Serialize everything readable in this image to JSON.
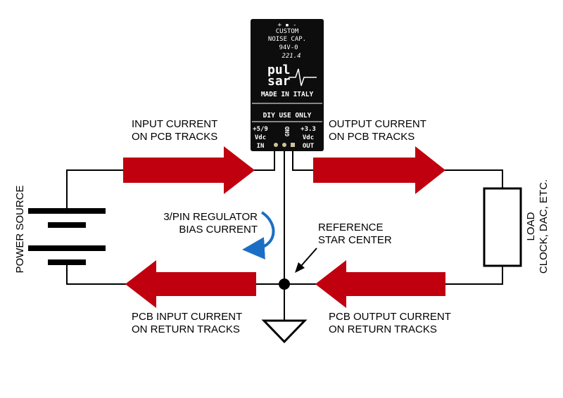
{
  "module": {
    "top_marks": "+ ▪ -",
    "line1": "CUSTOM",
    "line2": "NOISE CAP.",
    "cert": "94V-0",
    "code": "221.4",
    "logo_top": "pul",
    "logo_bottom": "sar",
    "made": "MADE IN ITALY",
    "diy": "DIY USE ONLY",
    "in_volts": "+5/9",
    "in_vdc": "Vdc",
    "in_label": "IN",
    "gnd": "GND",
    "out_volts": "+3.3",
    "out_vdc": "Vdc",
    "out_label": "OUT"
  },
  "labels": {
    "input_current": [
      "INPUT CURRENT",
      "ON PCB TRACKS"
    ],
    "output_current": [
      "OUTPUT CURRENT",
      "ON PCB TRACKS"
    ],
    "bias": [
      "3/PIN REGULATOR",
      "BIAS CURRENT"
    ],
    "reference": [
      "REFERENCE",
      "STAR CENTER"
    ],
    "pcb_input_return": [
      "PCB INPUT CURRENT",
      "ON RETURN TRACKS"
    ],
    "pcb_output_return": [
      "PCB OUTPUT CURRENT",
      "ON RETURN TRACKS"
    ],
    "power_source": "POWER SOURCE",
    "load": [
      "LOAD",
      "CLOCK, DAC, ETC."
    ]
  },
  "colors": {
    "arrow": "#c0000e",
    "bias_arrow": "#1a6fc4",
    "wire": "#000000",
    "module_bg": "#0d0d0d"
  }
}
